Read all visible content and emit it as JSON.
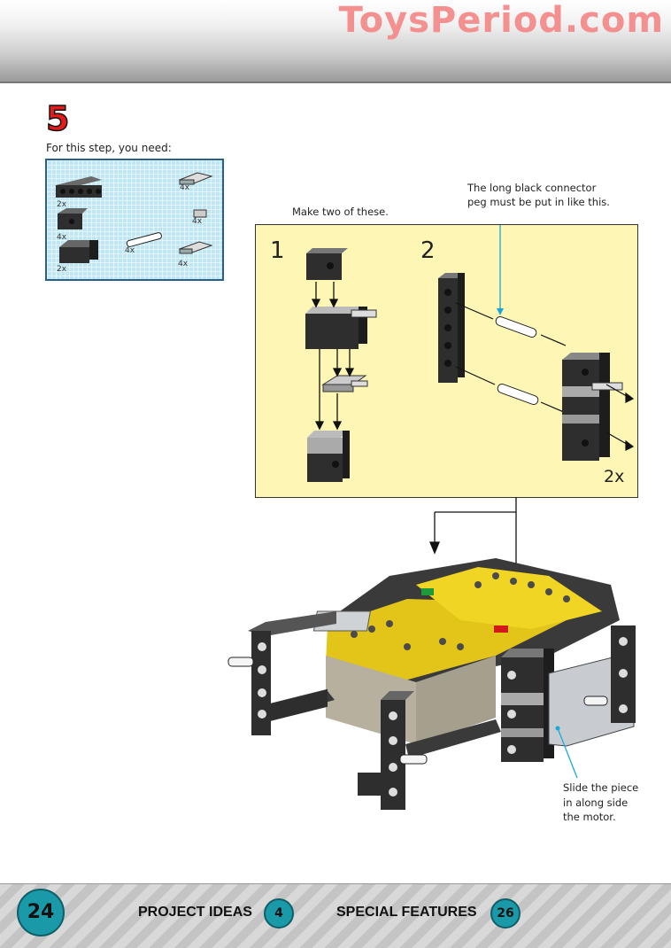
{
  "watermark": "ToysPeriod.com",
  "step": {
    "number": "5",
    "need_label": "For this step, you need:",
    "parts": [
      {
        "qty": "2x"
      },
      {
        "qty": "4x"
      },
      {
        "qty": "2x"
      },
      {
        "qty": "4x"
      },
      {
        "qty": "4x"
      },
      {
        "qty": "4x"
      },
      {
        "qty": "4x"
      }
    ]
  },
  "instructions": {
    "make_two": "Make two of these.",
    "connector_note_line1": "The long black connector",
    "connector_note_line2": "peg must be put in like this.",
    "panel_1": "1",
    "panel_2": "2",
    "multiplier": "2x",
    "slide_note_line1": "Slide the piece",
    "slide_note_line2": "in along side",
    "slide_note_line3": "the motor."
  },
  "footer": {
    "page_number": "24",
    "nav": [
      {
        "label": "PROJECT IDEAS",
        "page": "4"
      },
      {
        "label": "SPECIAL FEATURES",
        "page": "26"
      }
    ]
  },
  "colors": {
    "accent_red": "#e21b1b",
    "panel_yellow": "#fdf6b4",
    "parts_blue": "#bfe6f3",
    "page_teal": "#1a9aa8",
    "callout_blue": "#1aa7d8"
  }
}
